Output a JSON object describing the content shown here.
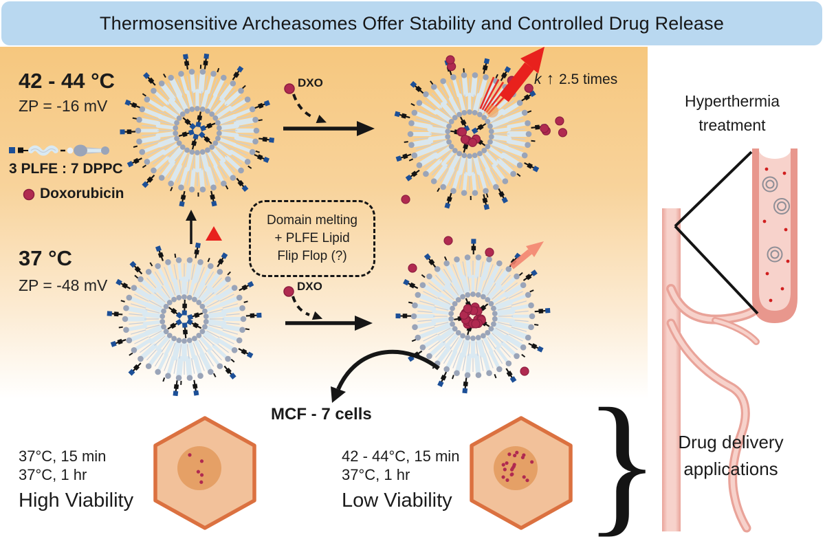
{
  "title": "Thermosensitive Archeasomes Offer Stability and Controlled Drug Release",
  "heated_state": {
    "temperature": "42 - 44 °C",
    "zeta_potential": "ZP = -16 mV"
  },
  "body_state": {
    "temperature": "37 °C",
    "zeta_potential": "ZP = -48 mV"
  },
  "legend": {
    "composition": "3 PLFE : 7 DPPC",
    "drug": "Doxorubicin"
  },
  "mechanism_box": {
    "line1": "Domain melting",
    "line2": "+ PLFE Lipid",
    "line3": "Flip Flop (?)"
  },
  "dxo_label": "DXO",
  "rate": {
    "k": "k",
    "arrow": "↑",
    "text": "2.5 times"
  },
  "mcf_label": "MCF - 7 cells",
  "hyperthermia": {
    "line1": "Hyperthermia",
    "line2": "treatment"
  },
  "drug_delivery": {
    "line1": "Drug delivery",
    "line2": "applications"
  },
  "brace": "}",
  "cell_left": {
    "condition1": "37°C, 15 min",
    "condition2": "37°C, 1 hr",
    "result": "High Viability"
  },
  "cell_right": {
    "condition1": "42 - 44°C, 15 min",
    "condition2": "37°C, 1 hr",
    "result": "Low Viability"
  },
  "colors": {
    "title_bar": "#b9d8f0",
    "panel_top": "#f6c77e",
    "accent_red": "#e8211d",
    "doxorubicin": "#b02a50",
    "doxorubicin_edge": "#8c1d3f",
    "plfe_blue": "#1c4f97",
    "lipid_head": "#9aa4b8",
    "lipid_tail": "#d9e9f3",
    "lipid_thin": "#c4cdd9",
    "cell_border": "#db7140",
    "cell_fill": "#f2c19a",
    "nucleus": "#e5a066",
    "vessel_wall": "#e9a399",
    "vessel_fill": "#f6cfc8",
    "vessel_rim": "#e8978d"
  }
}
